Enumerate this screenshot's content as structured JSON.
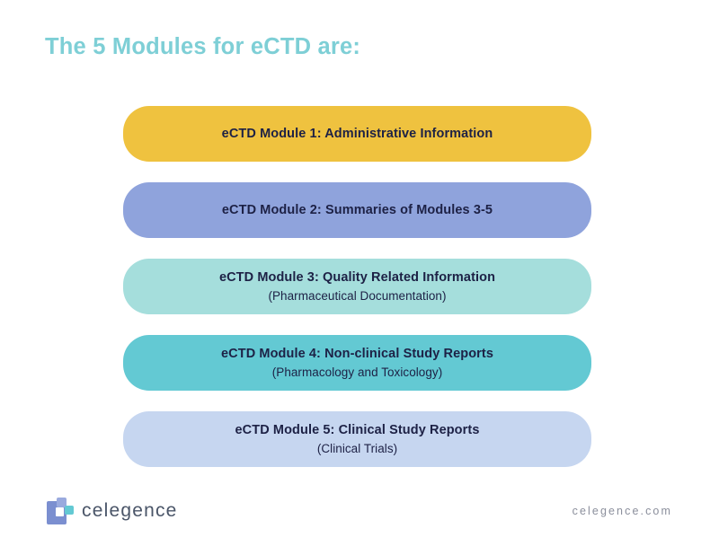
{
  "header": {
    "title": "The 5 Modules for eCTD are:",
    "title_color": "#7ecfd6"
  },
  "modules": [
    {
      "title": "eCTD Module 1: Administrative Information",
      "subtitle": "",
      "color": "#efc23f",
      "text_color": "#1d2145"
    },
    {
      "title": "eCTD Module 2: Summaries of Modules 3-5",
      "subtitle": "",
      "color": "#8fa3dc",
      "text_color": "#1d2145"
    },
    {
      "title": "eCTD Module 3: Quality Related Information",
      "subtitle": "(Pharmaceutical Documentation)",
      "color": "#a5dedc",
      "text_color": "#1d2145"
    },
    {
      "title": "eCTD Module 4: Non-clinical Study Reports",
      "subtitle": "(Pharmacology and Toxicology)",
      "color": "#63c9d3",
      "text_color": "#1d2145"
    },
    {
      "title": "eCTD Module 5: Clinical Study Reports",
      "subtitle": "(Clinical Trials)",
      "color": "#c6d6f0",
      "text_color": "#1d2145"
    }
  ],
  "footer": {
    "brand_name": "celegence",
    "site_url": "celegence.com",
    "logo_colors": {
      "primary": "#7b8fd0",
      "secondary": "#9aaade",
      "accent": "#63c9d3"
    }
  }
}
